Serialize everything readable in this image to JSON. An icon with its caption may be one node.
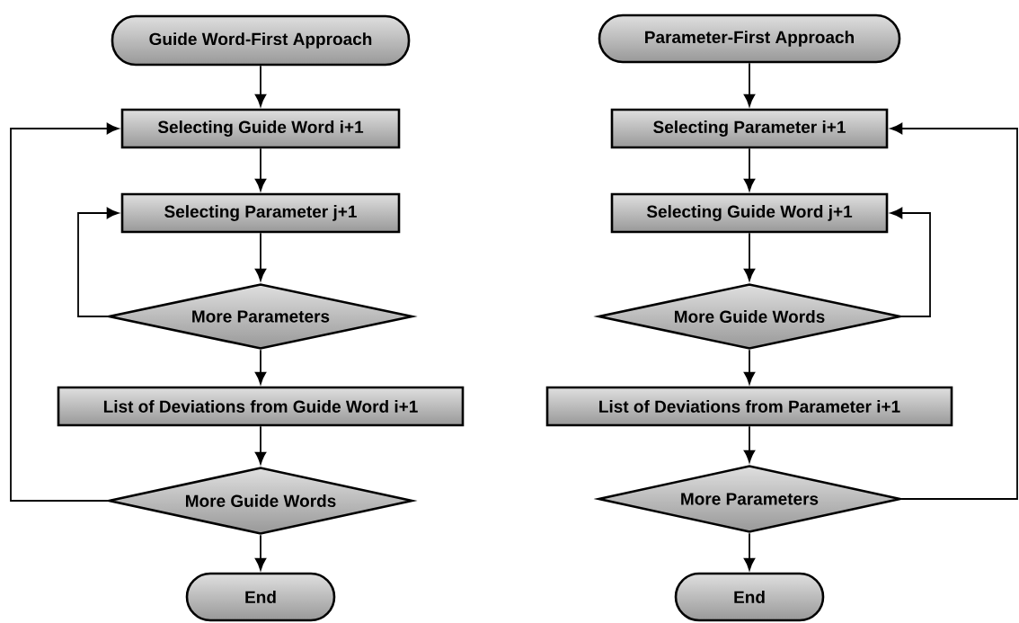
{
  "diagram": {
    "nodes": [
      {
        "text": [
          "Guide Word-First Approach"
        ]
      },
      {
        "text": [
          "Selecting Guide Word i+1"
        ]
      },
      {
        "text": [
          "Selecting Parameter j+1"
        ]
      },
      {
        "text": [
          "More Parameters"
        ]
      },
      {
        "text": [
          "List of Deviations from Guide Word i+1"
        ]
      },
      {
        "text": [
          "More Guide Words"
        ]
      },
      {
        "text": [
          "End"
        ]
      },
      {
        "text": [
          "Parameter-First Approach"
        ]
      },
      {
        "text": [
          "Selecting Parameter i+1"
        ]
      },
      {
        "text": [
          "Selecting Guide Word j+1"
        ]
      },
      {
        "text": [
          "More Guide Words"
        ]
      },
      {
        "text": [
          "List of Deviations from Parameter i+1"
        ]
      },
      {
        "text": [
          "More Parameters"
        ]
      },
      {
        "text": [
          "End"
        ]
      }
    ],
    "edges": [
      {
        "from": 0,
        "to": 1,
        "arrow": "to"
      },
      {
        "from": 1,
        "to": 2,
        "arrow": "to"
      },
      {
        "from": 2,
        "to": 3,
        "arrow": "to"
      },
      {
        "from": 3,
        "to": 2,
        "arrow": "to"
      },
      {
        "from": 3,
        "to": 4,
        "arrow": "to"
      },
      {
        "from": 4,
        "to": 5,
        "arrow": "to"
      },
      {
        "from": 5,
        "to": 1,
        "arrow": "to"
      },
      {
        "from": 5,
        "to": 6,
        "arrow": "to"
      },
      {
        "from": 7,
        "to": 8,
        "arrow": "to"
      },
      {
        "from": 8,
        "to": 9,
        "arrow": "to"
      },
      {
        "from": 9,
        "to": 10,
        "arrow": "to"
      },
      {
        "from": 10,
        "to": 9,
        "arrow": "to"
      },
      {
        "from": 10,
        "to": 11,
        "arrow": "to"
      },
      {
        "from": 11,
        "to": 12,
        "arrow": "to"
      },
      {
        "from": 12,
        "to": 8,
        "arrow": "to"
      },
      {
        "from": 12,
        "to": 13,
        "arrow": "to"
      }
    ]
  }
}
